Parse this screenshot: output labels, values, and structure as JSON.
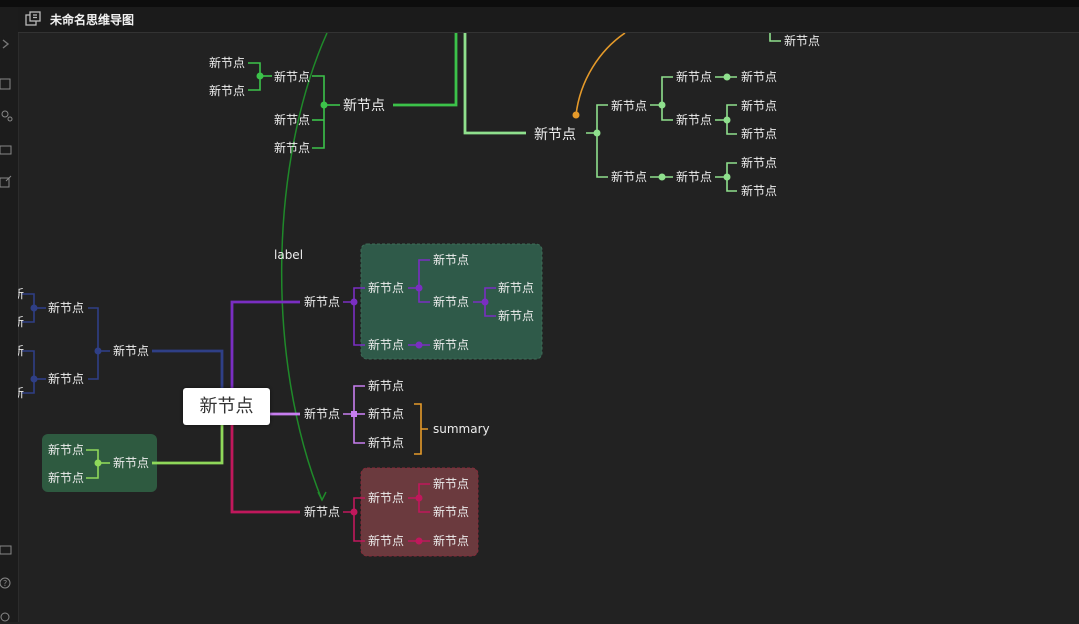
{
  "window": {
    "title": "未命名思维导图"
  },
  "mindmap": {
    "root": "新节点",
    "node_label": "新节点",
    "edge_label": "label",
    "summary_label": "summary",
    "edge_partial_label": "新"
  },
  "colors": {
    "background": "#222222",
    "green": "#3cc24a",
    "light_green": "#8fe08d",
    "navy": "#2f3f86",
    "purple": "#7a2ec2",
    "violet": "#c77ef0",
    "crimson": "#c0185c",
    "lime": "#8fd85a",
    "orange": "#e59a2a",
    "dark_green_link": "#1f8a2a",
    "frame_green": "#2f5a49",
    "frame_red": "#6b3a3e"
  }
}
